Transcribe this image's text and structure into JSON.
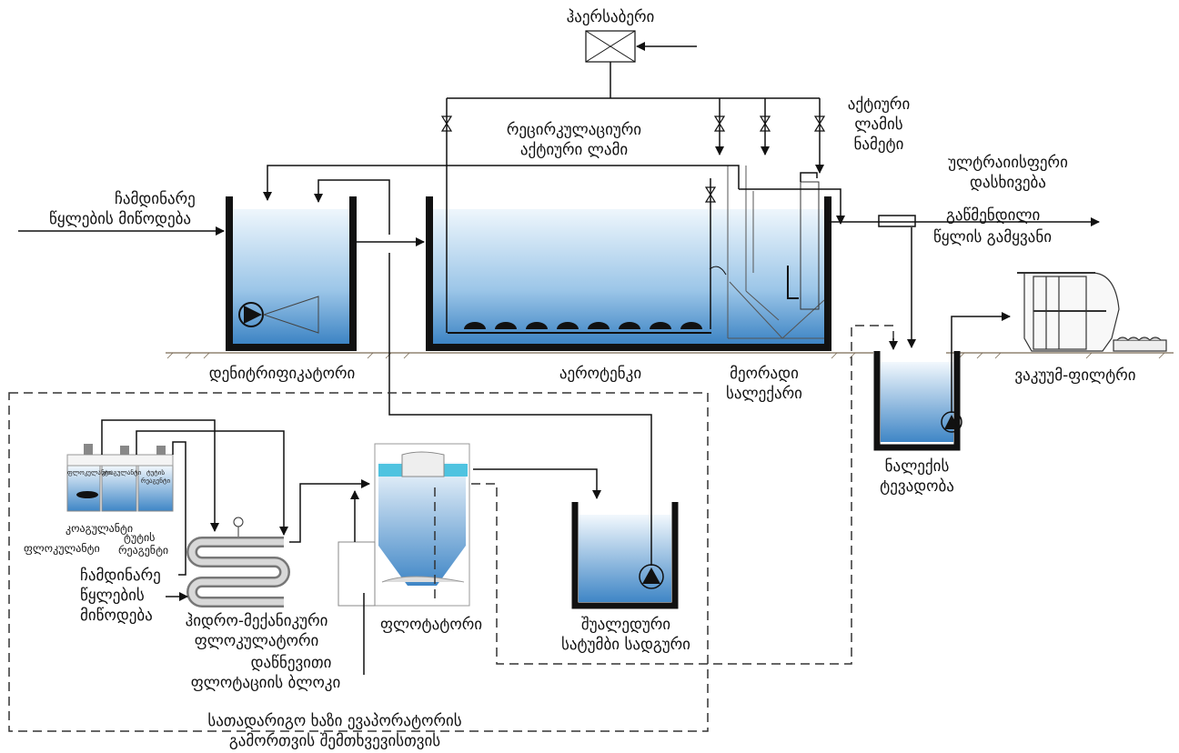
{
  "labels": {
    "compressor": "ჰაერსაბერი",
    "recirc_line1": "რეცირკულაციური",
    "recirc_line2": "აქტიური ლამი",
    "excess_line1": "აქტიური",
    "excess_line2": "ლამის",
    "excess_line3": "ნამეტი",
    "uv_line1": "ულტრაიისფერი",
    "uv_line2": "დასხივება",
    "inflow_line1": "ჩამდინარე",
    "inflow_line2": "წყლების მიწოდება",
    "outflow_line1": "გაწმენდილი",
    "outflow_line2": "წყლის გამყვანი",
    "denitrifier": "დენიტრიფიკატორი",
    "aerotank": "აეროტენკი",
    "clarifier_line1": "მეორადი",
    "clarifier_line2": "სალექარი",
    "vacuum_filter": "ვაკუუმ-ფილტრი",
    "sludge_line1": "ნალექის",
    "sludge_line2": "ტევადობა",
    "coagulant": "კოაგულანტი",
    "flocculant": "ფლოკულანტი",
    "alkali_line1": "ტუტის",
    "alkali_line2": "რეაგენტი",
    "inflow2_line1": "ჩამდინარე",
    "inflow2_line2": "წყლების",
    "inflow2_line3": "მიწოდება",
    "hydro_line1": "ჰიდრო-მექანიკური",
    "hydro_line2": "ფლოკულატორი",
    "flotator": "ფლოტატორი",
    "pressure_line1": "დაწნევითი",
    "pressure_line2": "ფლოტაციის ბლოკი",
    "intermediate_line1": "შუალედური",
    "intermediate_line2": "სატუმბი სადგური",
    "backup_line1": "სათადარიგო ხაზი ევაპორატორის",
    "backup_line2": "გამორთვის შემთხვევისთვის",
    "tank_tag1": "ფლოკულანტი",
    "tank_tag2": "კოაგულანტი",
    "tank_tag3": "ტუტის რეაგენტი"
  },
  "colors": {
    "line": "#111111",
    "water_top": "#e8f2fb",
    "water_bottom": "#2f7fc1",
    "ground": "#7a6a55",
    "dashed": "#333333"
  }
}
